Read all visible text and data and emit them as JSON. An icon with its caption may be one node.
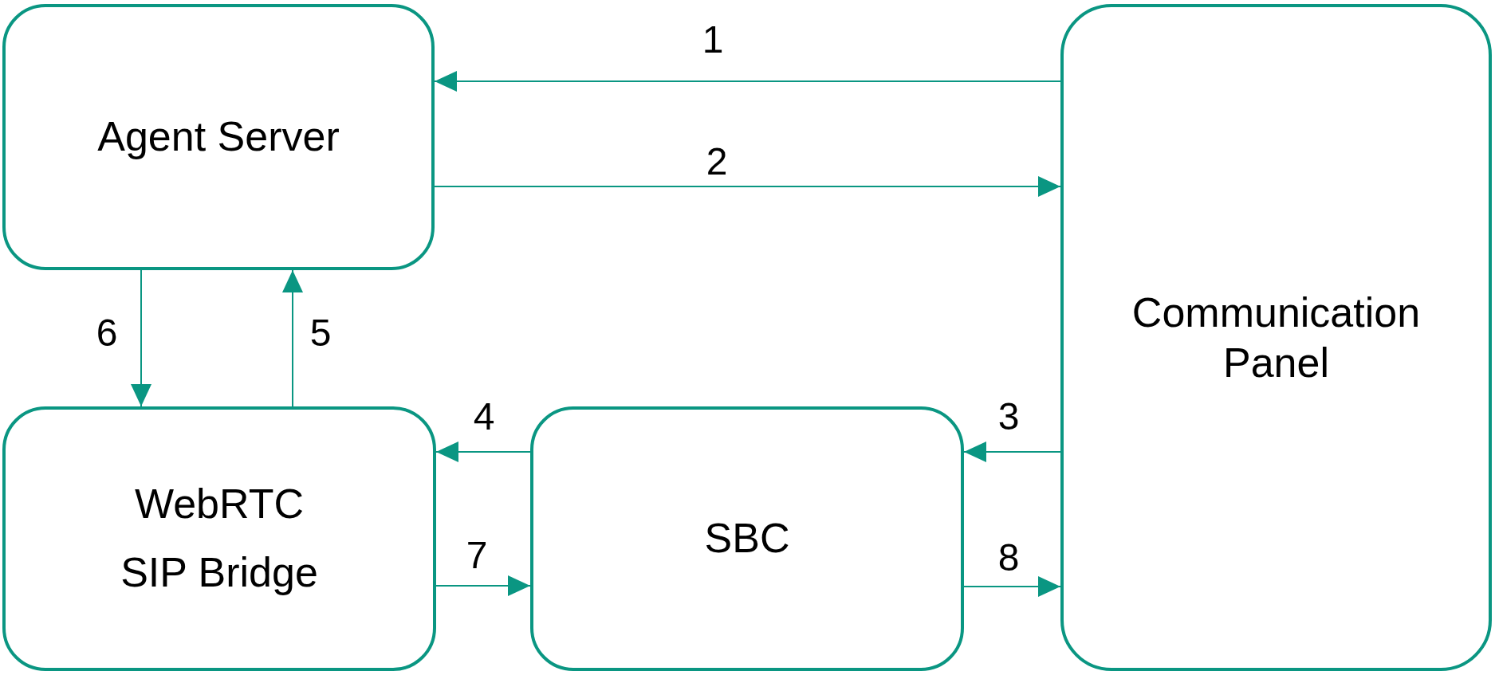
{
  "diagram": {
    "nodes": [
      {
        "text": [
          "Agent Server"
        ]
      },
      {
        "text": [
          "Communication Panel"
        ]
      },
      {
        "text": [
          "WebRTC SIP Bridge"
        ]
      },
      {
        "text": [
          "SBC"
        ]
      }
    ],
    "edges": [
      {
        "from": 1,
        "to": 0,
        "arrow": "to",
        "label": "1"
      },
      {
        "from": 0,
        "to": 1,
        "arrow": "to",
        "label": "2"
      },
      {
        "from": 1,
        "to": 3,
        "arrow": "to",
        "label": "3"
      },
      {
        "from": 3,
        "to": 2,
        "arrow": "to",
        "label": "4"
      },
      {
        "from": 2,
        "to": 0,
        "arrow": "to",
        "label": "5"
      },
      {
        "from": 0,
        "to": 2,
        "arrow": "to",
        "label": "6"
      },
      {
        "from": 2,
        "to": 3,
        "arrow": "to",
        "label": "7"
      },
      {
        "from": 3,
        "to": 1,
        "arrow": "to",
        "label": "8"
      }
    ]
  }
}
